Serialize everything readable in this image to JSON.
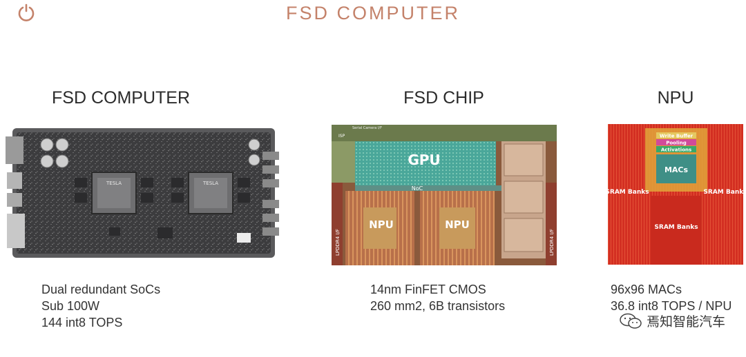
{
  "slide_title": "FSD COMPUTER",
  "logo_icon": "tesla-power-logo",
  "accent_color": "#c4826a",
  "columns": [
    {
      "title": "FSD COMPUTER",
      "specs": [
        "Dual redundant SoCs",
        "Sub 100W",
        "144 int8 TOPS"
      ],
      "image": {
        "chip_labels": [
          "TESLA",
          "TESLA"
        ]
      }
    },
    {
      "title": "FSD CHIP",
      "specs": [
        "14nm FinFET CMOS",
        "260 mm2, 6B transistors"
      ],
      "image": {
        "labels": {
          "top_bar": "Serial Camera I/F",
          "isp": "ISP",
          "gpu": "GPU",
          "noc": "NoC",
          "npu_left": "NPU",
          "npu_right": "NPU",
          "lpddr_left": "LPDDR4 I/F",
          "lpddr_right": "LPDDR4 I/F"
        }
      }
    },
    {
      "title": "NPU",
      "specs": [
        "96x96 MACs",
        "36.8 int8 TOPS / NPU"
      ],
      "image": {
        "labels": {
          "write_buffer": "Write Buffer",
          "pooling": "Pooling",
          "activations": "Activations",
          "macs": "MACs",
          "sram_left": "SRAM Banks",
          "sram_right": "SRAM Banks",
          "sram_bottom": "SRAM Banks"
        }
      }
    }
  ],
  "watermark": {
    "icon": "wechat-icon",
    "text": "焉知智能汽车"
  }
}
